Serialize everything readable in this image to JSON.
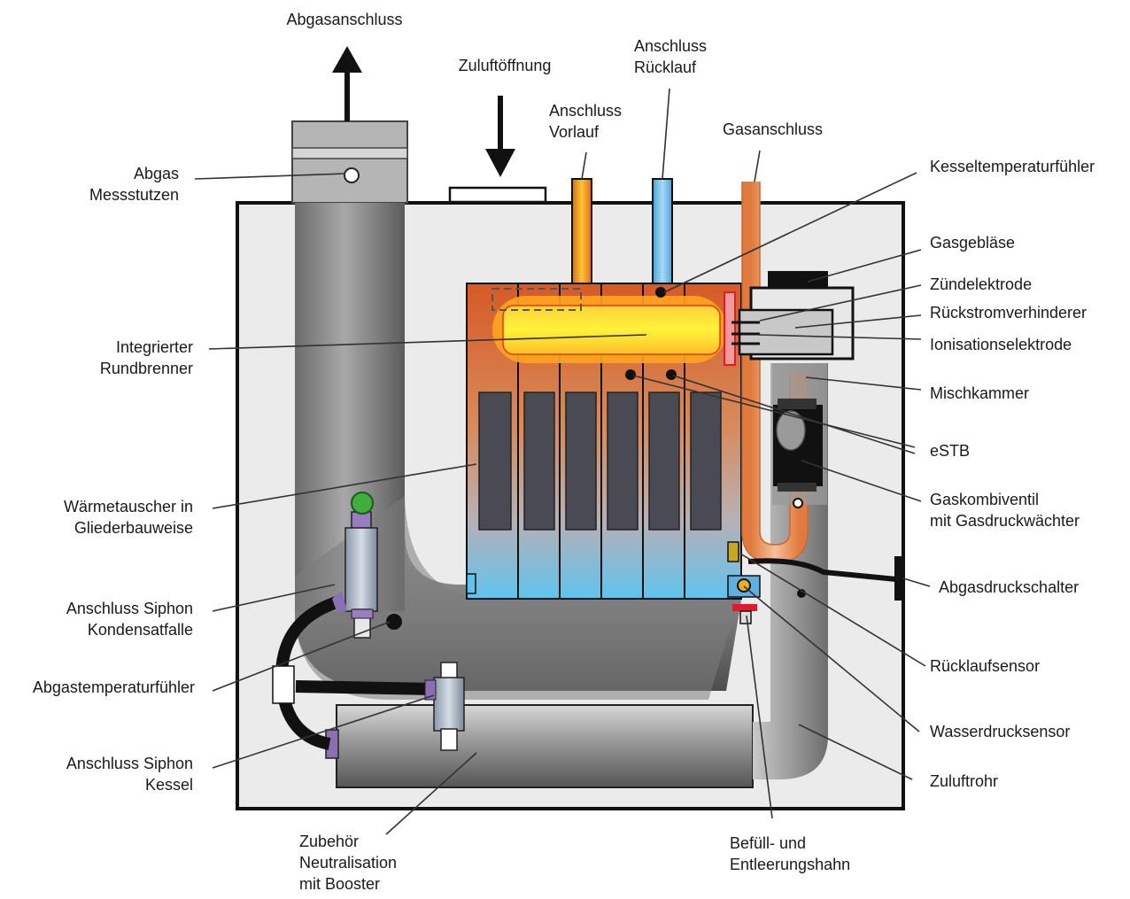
{
  "labels": {
    "abgasanschluss": "Abgasanschluss",
    "zuluftoeffnung": "Zuluftöffnung",
    "anschluss_ruecklauf": [
      "Anschluss",
      "Rücklauf"
    ],
    "anschluss_vorlauf": [
      "Anschluss",
      "Vorlauf"
    ],
    "gasanschluss": "Gasanschluss",
    "abgas_messstutzen": [
      "Abgas",
      "Messstutzen"
    ],
    "kesseltemperaturfuehler": "Kesseltemperaturfühler",
    "gasgeblaese": "Gasgebläse",
    "zuendelektrode": "Zündelektrode",
    "rueckstromverhinderer": "Rückstromverhinderer",
    "ionisationselektrode": "Ionisationselektrode",
    "integrierter_rundbrenner": [
      "Integrierter",
      "Rundbrenner"
    ],
    "mischkammer": "Mischkammer",
    "estb": "eSTB",
    "waermetauscher": [
      "Wärmetauscher in",
      "Gliederbauweise"
    ],
    "gaskombiventil": [
      "Gaskombiventil",
      "mit Gasdruckwächter"
    ],
    "abgasdruckschalter": "Abgasdruckschalter",
    "anschluss_siphon_kondensatfalle": [
      "Anschluss Siphon",
      "Kondensatfalle"
    ],
    "ruecklaufsensor": "Rücklaufsensor",
    "abgastemperaturfuehler": "Abgastemperaturfühler",
    "wasserdrucksensor": "Wasserdrucksensor",
    "anschluss_siphon_kessel": [
      "Anschluss Siphon",
      "Kessel"
    ],
    "zuluftrohr": "Zuluftrohr",
    "zubehoer_neutralisation": [
      "Zubehör",
      "Neutralisation",
      "mit Booster"
    ],
    "befuell_entleerungshahn": [
      "Befüll- und",
      "Entleerungshahn"
    ]
  },
  "colors": {
    "housing": "#ebebeb",
    "pipe_grey": "#8a8a8a",
    "heat_exchanger_hot": "#d9622b",
    "heat_exchanger_cold": "#6cc7ee",
    "flame": "#ffe11a",
    "flow_pipe": "#f5a019",
    "return_pipe": "#7dc3ea",
    "gas_pipe": "#eea06a",
    "outline": "#111111"
  }
}
